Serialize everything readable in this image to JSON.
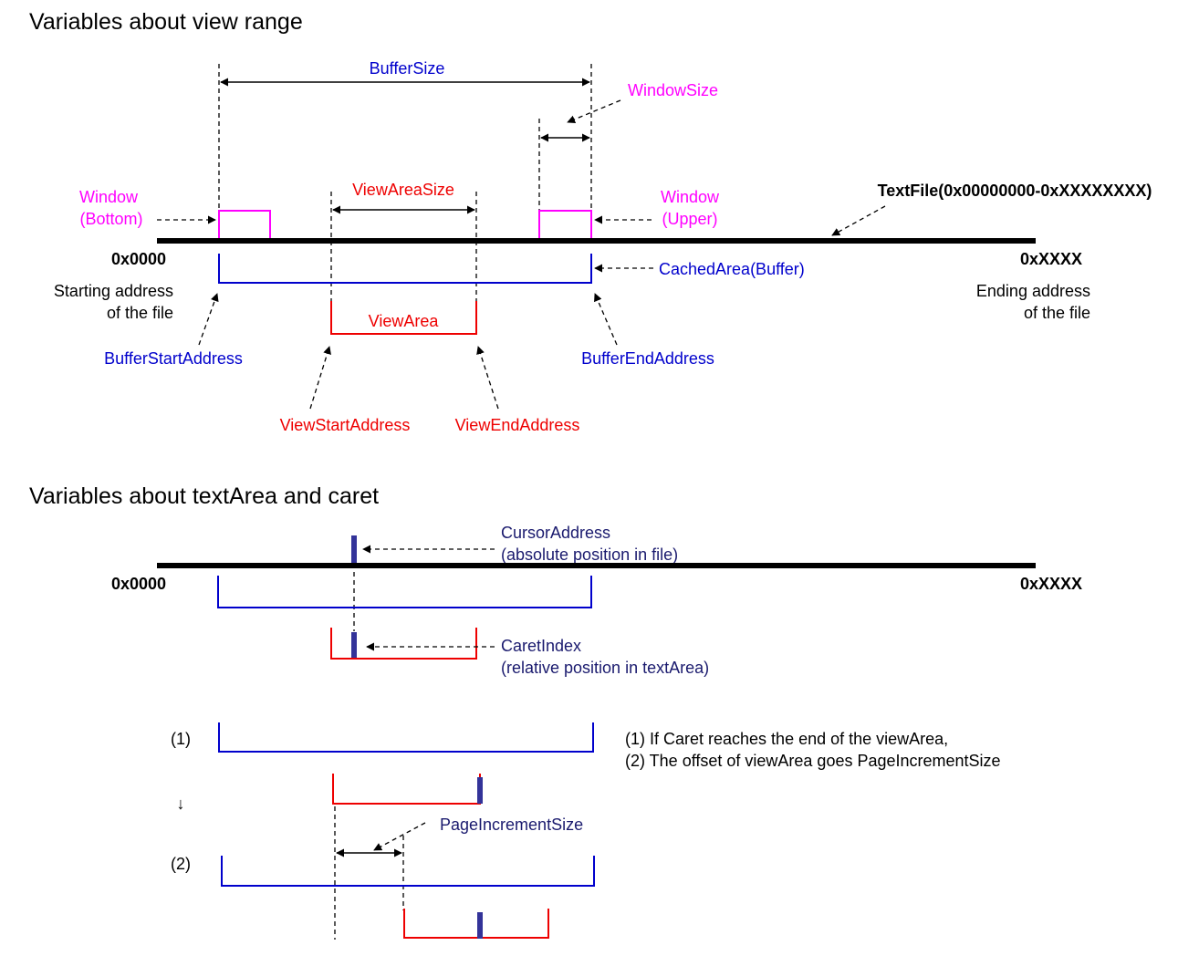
{
  "sections": {
    "view_range_title": "Variables about view range",
    "text_area_title": "Variables about textArea and caret"
  },
  "labels": {
    "buffer_size": "BufferSize",
    "window_size": "WindowSize",
    "window_bottom_1": "Window",
    "window_bottom_2": "(Bottom)",
    "view_area_size": "ViewAreaSize",
    "window_upper_1": "Window",
    "window_upper_2": "(Upper)",
    "text_file": "TextFile(0x00000000-0xXXXXXXXX)",
    "start_addr": "0x0000",
    "end_addr": "0xXXXX",
    "cached_area": "CachedArea(Buffer)",
    "starting_address_1": "Starting address",
    "starting_address_2": "of the file",
    "ending_address_1": "Ending address",
    "ending_address_2": "of the file",
    "view_area": "ViewArea",
    "buffer_start_address": "BufferStartAddress",
    "buffer_end_address": "BufferEndAddress",
    "view_start_address": "ViewStartAddress",
    "view_end_address": "ViewEndAddress",
    "cursor_address_1": "CursorAddress",
    "cursor_address_2": "(absolute position in file)",
    "start_addr_2": "0x0000",
    "end_addr_2": "0xXXXX",
    "caret_index_1": "CaretIndex",
    "caret_index_2": "(relative position in textArea)",
    "step1": "(1)",
    "down_arrow": "↓",
    "step2": "(2)",
    "page_increment_size": "PageIncrementSize",
    "note_1": "(1) If Caret reaches the end of the viewArea,",
    "note_2": "(2) The offset of viewArea goes PageIncrementSize"
  },
  "colors": {
    "buffer": "#0000cc",
    "view": "#ee0000",
    "window": "#ff00ff",
    "caret": "#333399",
    "caret_label": "#1a1a6e",
    "file_line": "#000000"
  }
}
